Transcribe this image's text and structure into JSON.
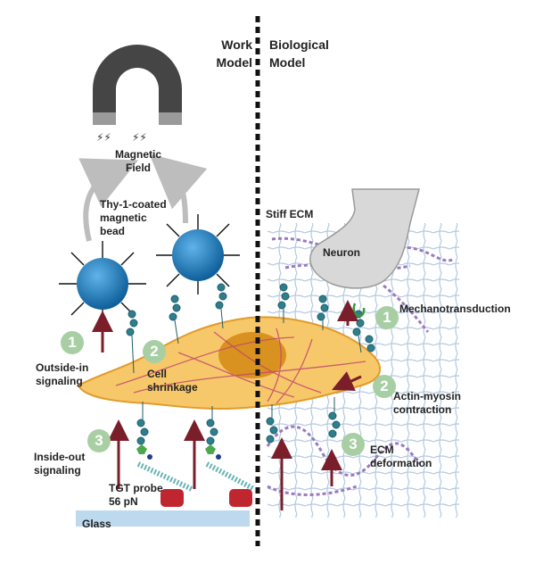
{
  "headers": {
    "work_model": "Work\nModel",
    "biological_model": "Biological\nModel"
  },
  "labels": {
    "magnetic_field": "Magnetic\nField",
    "bead": "Thy-1-coated\nmagnetic\nbead",
    "stiff_ecm": "Stiff ECM",
    "neuron": "Neuron",
    "outside_in": "Outside-in\nsignaling",
    "cell_shrinkage": "Cell\nshrinkage",
    "inside_out": "Inside-out\nsignaling",
    "tgt_probe": "TGT probe\n56 pN",
    "glass": "Glass",
    "mechanotransduction": "Mechanotransduction",
    "actin_myosin": "Actin-myosin\ncontraction",
    "ecm_deformation": "ECM\ndeformation"
  },
  "steps": {
    "left": [
      "1",
      "2",
      "3"
    ],
    "right": [
      "1",
      "2",
      "3"
    ]
  },
  "colors": {
    "bead": "#1f7fc0",
    "cell": "#f6c86a",
    "cell_outline": "#e39a2a",
    "nucleus": "#d9921f",
    "step_badge": "#a7cfa3",
    "arrow": "#7a1e2a",
    "glass": "#bcd9ee",
    "ecm_fiber": "#9a7abf",
    "neuron": "#d8d8d8"
  }
}
